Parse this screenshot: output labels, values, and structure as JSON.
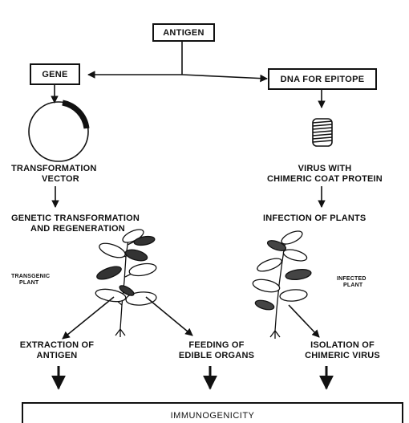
{
  "nodes": {
    "antigen": "ANTIGEN",
    "gene": "GENE",
    "dna_for_epitope": "DNA FOR EPITOPE",
    "transformation_vector": {
      "line1": "TRANSFORMATION",
      "line2": "VECTOR"
    },
    "virus_chimeric": {
      "line1": "VIRUS WITH",
      "line2": "CHIMERIC COAT PROTEIN"
    },
    "genetic_transformation": {
      "line1": "GENETIC TRANSFORMATION",
      "line2": "AND REGENERATION"
    },
    "infection_of_plants": "INFECTION OF PLANTS",
    "transgenic_plant": {
      "line1": "TRANSGENIC",
      "line2": "PLANT"
    },
    "infected_plant": {
      "line1": "INFECTED",
      "line2": "PLANT"
    },
    "extraction": {
      "line1": "EXTRACTION OF",
      "line2": "ANTIGEN"
    },
    "feeding": {
      "line1": "FEEDING OF",
      "line2": "EDIBLE ORGANS"
    },
    "isolation": {
      "line1": "ISOLATION OF",
      "line2": "CHIMERIC VIRUS"
    },
    "immunogenicity": "IMMUNOGENICITY"
  },
  "colors": {
    "ink": "#111111",
    "background": "#ffffff"
  }
}
